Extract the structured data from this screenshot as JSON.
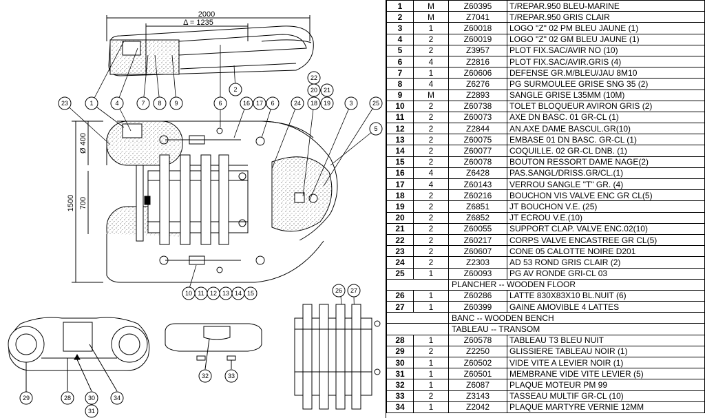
{
  "drawing": {
    "dim_total_length": "2000",
    "dim_inner_length": "Δ = 1235",
    "dim_diameter": "Ø 400",
    "dim_width": "1500",
    "dim_inner_width": "700",
    "callouts_top": [
      "23",
      "1",
      "4",
      "7",
      "8",
      "9",
      "6",
      "2",
      "16",
      "17",
      "6",
      "24",
      "18",
      "19",
      "3",
      "25",
      "22",
      "20",
      "21",
      "5"
    ],
    "callouts_bottom": [
      "10",
      "11",
      "12",
      "13",
      "14",
      "15"
    ],
    "callouts_front": [
      "29",
      "28",
      "30",
      "31",
      "34"
    ],
    "callouts_transom": [
      "32",
      "33"
    ],
    "callouts_floor": [
      "26",
      "27"
    ]
  },
  "parts": [
    {
      "num": "1",
      "qty": "M",
      "ref": "Z60395",
      "desc": "T/REPAR.950 BLEU-MARINE"
    },
    {
      "num": "2",
      "qty": "M",
      "ref": "Z7041",
      "desc": "T/REPAR.950 GRIS CLAIR"
    },
    {
      "num": "3",
      "qty": "1",
      "ref": "Z60018",
      "desc": "LOGO \"Z\" 02 PM BLEU JAUNE (1)"
    },
    {
      "num": "4",
      "qty": "2",
      "ref": "Z60019",
      "desc": "LOGO \"Z\" 02 GM BLEU JAUNE (1)"
    },
    {
      "num": "5",
      "qty": "2",
      "ref": "Z3957",
      "desc": "PLOT FIX.SAC/AVIR NO (10)"
    },
    {
      "num": "6",
      "qty": "4",
      "ref": "Z2816",
      "desc": "PLOT FIX.SAC/AVIR.GRIS  (4)"
    },
    {
      "num": "7",
      "qty": "1",
      "ref": "Z60606",
      "desc": "DEFENSE GR.M/BLEU/JAU 8M10"
    },
    {
      "num": "8",
      "qty": "4",
      "ref": "Z6276",
      "desc": "PG SURMOULEE GRISE SNG 35 (2)"
    },
    {
      "num": "9",
      "qty": "M",
      "ref": "Z2893",
      "desc": "SANGLE GRISE L35MM  (10M)"
    },
    {
      "num": "10",
      "qty": "2",
      "ref": "Z60738",
      "desc": "TOLET BLOQUEUR AVIRON GRIS (2)"
    },
    {
      "num": "11",
      "qty": "2",
      "ref": "Z60073",
      "desc": "AXE DN BASC. 01 GR-CL (1)"
    },
    {
      "num": "12",
      "qty": "2",
      "ref": "Z2844",
      "desc": "AN.AXE DAME BASCUL.GR(10)"
    },
    {
      "num": "13",
      "qty": "2",
      "ref": "Z60075",
      "desc": "EMBASE 01 DN BASC. GR-CL (1)"
    },
    {
      "num": "14",
      "qty": "2",
      "ref": "Z60077",
      "desc": "COQUILLE. 02 GR-CL DNB.  (1)"
    },
    {
      "num": "15",
      "qty": "2",
      "ref": "Z60078",
      "desc": "BOUTON RESSORT DAME NAGE(2)"
    },
    {
      "num": "16",
      "qty": "4",
      "ref": "Z6428",
      "desc": "PAS.SANGL/DRISS.GR/CL.(1)"
    },
    {
      "num": "17",
      "qty": "4",
      "ref": "Z60143",
      "desc": "VERROU SANGLE \"T\" GR.  (4)"
    },
    {
      "num": "18",
      "qty": "2",
      "ref": "Z60216",
      "desc": "BOUCHON VIS VALVE ENC GR CL(5)"
    },
    {
      "num": "19",
      "qty": "2",
      "ref": "Z6851",
      "desc": "JT BOUCHON V.E. (25)"
    },
    {
      "num": "20",
      "qty": "2",
      "ref": "Z6852",
      "desc": "JT ECROU V.E.(10)"
    },
    {
      "num": "21",
      "qty": "2",
      "ref": "Z60055",
      "desc": "SUPPORT CLAP. VALVE ENC.02(10)"
    },
    {
      "num": "22",
      "qty": "2",
      "ref": "Z60217",
      "desc": "CORPS VALVE ENCASTREE GR CL(5)"
    },
    {
      "num": "23",
      "qty": "2",
      "ref": "Z60607",
      "desc": "CONE 05 CALOTTE NOIRE D201"
    },
    {
      "num": "24",
      "qty": "2",
      "ref": "Z2303",
      "desc": "AD 53 ROND GRIS CLAIR (2)"
    },
    {
      "num": "25",
      "qty": "1",
      "ref": "Z60093",
      "desc": "PG AV RONDE GRI-CL 03"
    },
    {
      "section": "PLANCHER -- WOODEN FLOOR"
    },
    {
      "num": "26",
      "qty": "1",
      "ref": "Z60286",
      "desc": "LATTE 830X83X10 BL.NUIT (6)"
    },
    {
      "num": "27",
      "qty": "1",
      "ref": "Z60399",
      "desc": "GAINE AMOVIBLE 4 LATTES"
    },
    {
      "section": "BANC -- WOODEN BENCH"
    },
    {
      "section": "TABLEAU  -- TRANSOM"
    },
    {
      "num": "28",
      "qty": "1",
      "ref": "Z60578",
      "desc": "TABLEAU T3 BLEU NUIT"
    },
    {
      "num": "29",
      "qty": "2",
      "ref": "Z2250",
      "desc": "GLISSIERE TABLEAU NOIR (1)"
    },
    {
      "num": "30",
      "qty": "1",
      "ref": "Z60502",
      "desc": "VIDE VITE A LEVIER NOIR (1)"
    },
    {
      "num": "31",
      "qty": "1",
      "ref": "Z60501",
      "desc": "MEMBRANE VIDE VITE LEVIER (5)"
    },
    {
      "num": "32",
      "qty": "1",
      "ref": "Z6087",
      "desc": "PLAQUE MOTEUR PM 99"
    },
    {
      "num": "33",
      "qty": "2",
      "ref": "Z3143",
      "desc": "TASSEAU MULTIF GR-CL (10)"
    },
    {
      "num": "34",
      "qty": "1",
      "ref": "Z2042",
      "desc": "PLAQUE MARTYRE VERNIE 12MM"
    }
  ]
}
